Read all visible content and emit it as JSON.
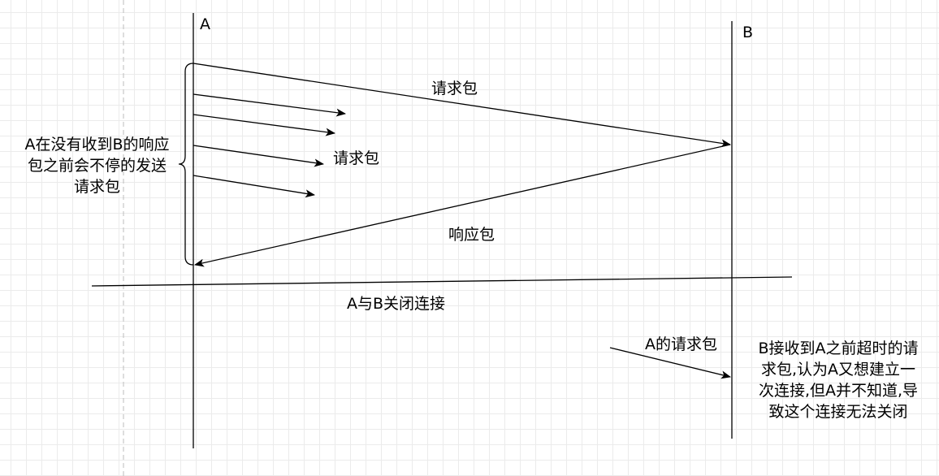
{
  "nodes": {
    "a": "A",
    "b": "B"
  },
  "labels": {
    "request_packet_long": "请求包",
    "request_packet_short": "请求包",
    "response_packet": "响应包",
    "close_connection": "A与B关闭连接",
    "a_request_packet": "A的请求包"
  },
  "notes": {
    "left": "A在没有收到B的响应\n包之前会不停的发送\n请求包",
    "right": "B接收到A之前超时的请\n求包,认为A又想建立一\n次连接,但A并不知道,导\n致这个连接无法关闭"
  },
  "colors": {
    "line": "#000000",
    "guide": "#bdbdbd"
  }
}
